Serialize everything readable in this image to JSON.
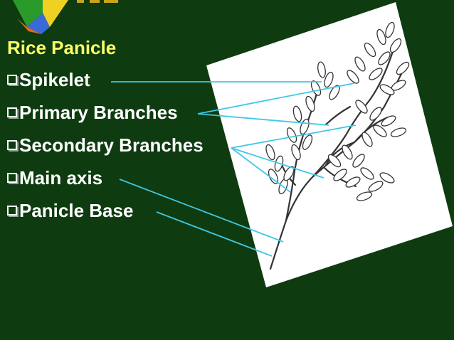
{
  "slide": {
    "background": "#0e3b10",
    "title": "Rice Panicle",
    "title_color": "#ffff66",
    "text_color": "#ffffff",
    "pointer_color": "#3fc8e6",
    "logo_colors": [
      "#2a9b2a",
      "#f0d020",
      "#3a6ad8",
      "#e06a1a"
    ],
    "bullets": [
      {
        "label": "Spikelet"
      },
      {
        "label": "Primary Branches"
      },
      {
        "label": "Secondary Branches"
      },
      {
        "label": "Main axis"
      },
      {
        "label": "Panicle Base"
      }
    ]
  }
}
